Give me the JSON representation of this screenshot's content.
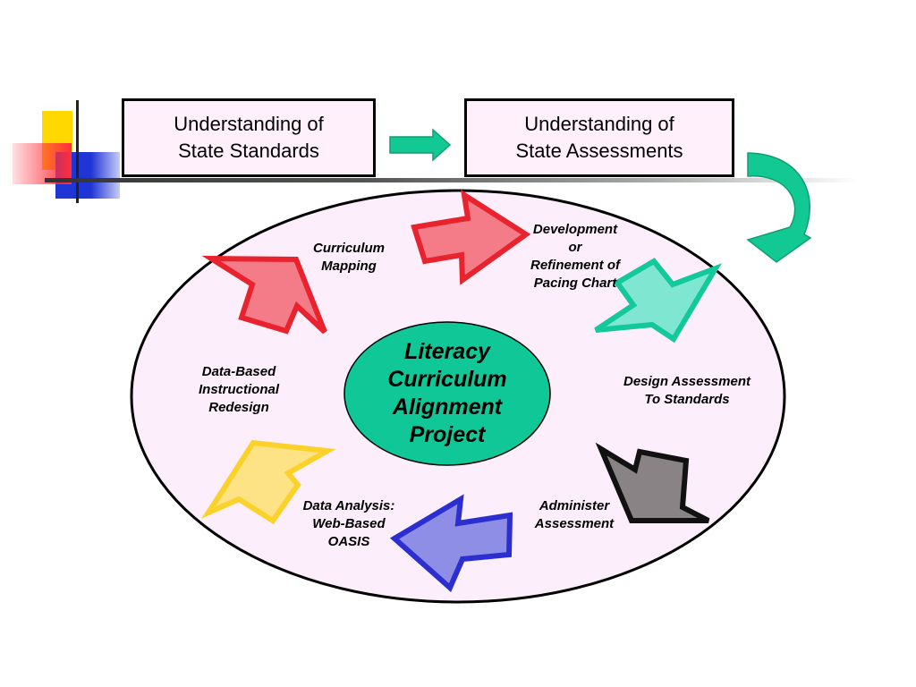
{
  "colors": {
    "box_fill": "#fff0fc",
    "oval_fill": "#fdeefb",
    "center_fill": "#10c897",
    "arrow_teal": "#12c994",
    "arrow_red_fill": "#f47b88",
    "arrow_red_stroke": "#e8232e",
    "arrow_mint_fill": "#7fe6d2",
    "arrow_mint_stroke": "#13c89a",
    "arrow_gray_fill": "#8a8386",
    "arrow_gray_stroke": "#111111",
    "arrow_blue_fill": "#8f8ee6",
    "arrow_blue_stroke": "#2c2fcf",
    "arrow_yellow_fill": "#fde286",
    "arrow_yellow_stroke": "#fbd22a",
    "deco_yellow": "#ffd800",
    "deco_red": "#ff2e3d",
    "deco_blue": "#1f35d6"
  },
  "header": {
    "box1": {
      "line1": "Understanding of",
      "line2": "State Standards"
    },
    "box2": {
      "line1": "Understanding of",
      "line2": "State Assessments"
    }
  },
  "center": {
    "lines": [
      "Literacy",
      "Curriculum",
      "Alignment",
      "Project"
    ]
  },
  "cycle": {
    "curriculum_mapping": [
      "Curriculum",
      "Mapping"
    ],
    "pacing_chart": [
      "Development",
      "or",
      "Refinement of",
      "Pacing Chart"
    ],
    "design_assessment": [
      "Design Assessment",
      "To Standards"
    ],
    "administer": [
      "Administer",
      "Assessment"
    ],
    "data_analysis": [
      "Data Analysis:",
      "Web-Based",
      "OASIS"
    ],
    "redesign": [
      "Data-Based",
      "Instructional",
      "Redesign"
    ]
  }
}
